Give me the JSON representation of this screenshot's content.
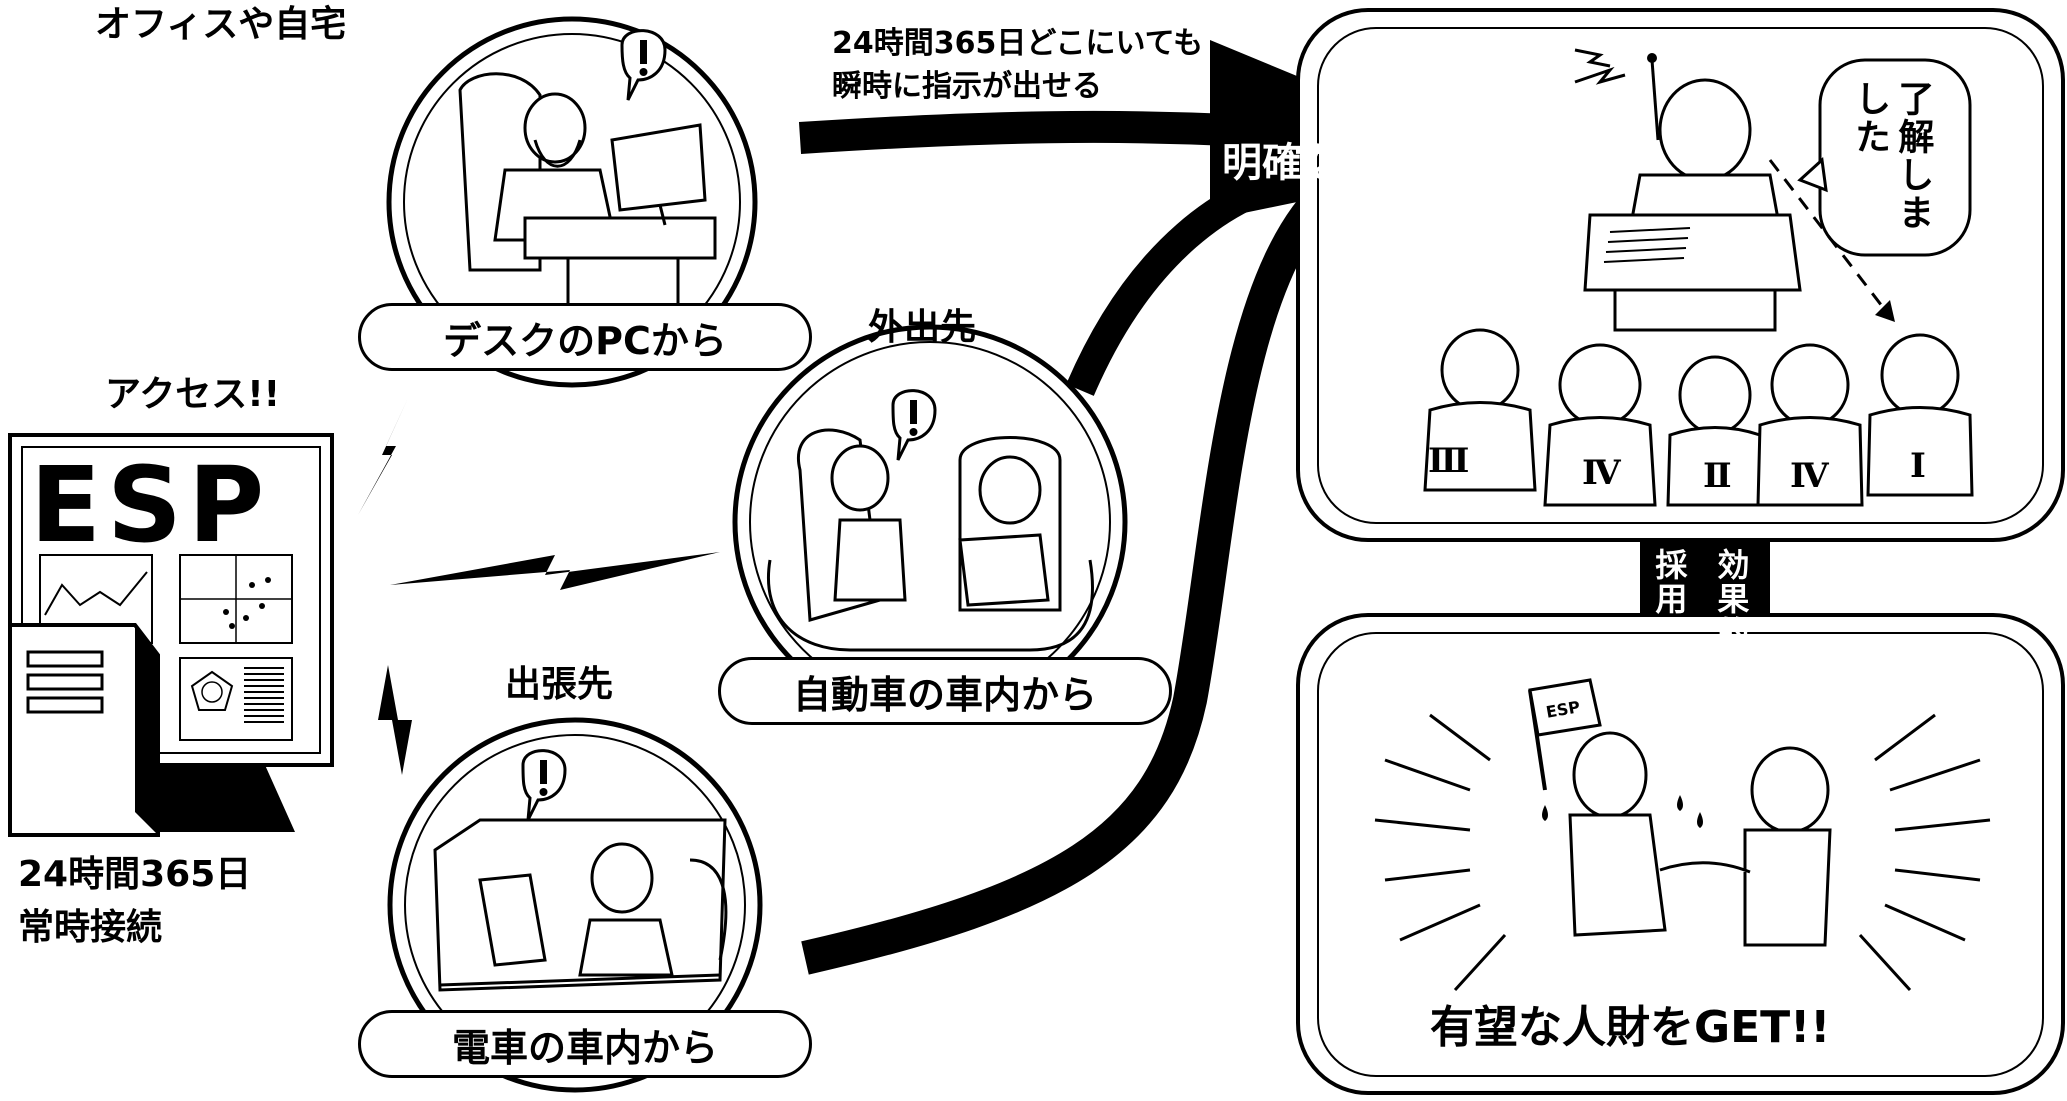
{
  "access_source": {
    "top_label": "アクセス!!",
    "screen_title": "ESP",
    "bottom_line1": "24時間365日",
    "bottom_line2": "常時接続"
  },
  "locations": [
    {
      "heading": "オフィスや自宅",
      "caption": "デスクのPCから"
    },
    {
      "heading": "外出先",
      "caption": "自動車の車内から"
    },
    {
      "heading": "出張先",
      "caption": "電車の車内から"
    }
  ],
  "instruction_note": {
    "line1": "24時間365日どこにいても",
    "line2": "瞬時に指示が出せる"
  },
  "arrow_label": "明確な指示",
  "office_panel": {
    "speech": "了解しました",
    "team_ranks": [
      "Ⅲ",
      "Ⅳ",
      "Ⅱ",
      "Ⅳ",
      "Ⅰ"
    ]
  },
  "down_arrow": {
    "col1": "採用",
    "col2": "効果的な"
  },
  "result_panel": {
    "title": "有望な人財をGET!!",
    "flag_text": "ESP"
  }
}
